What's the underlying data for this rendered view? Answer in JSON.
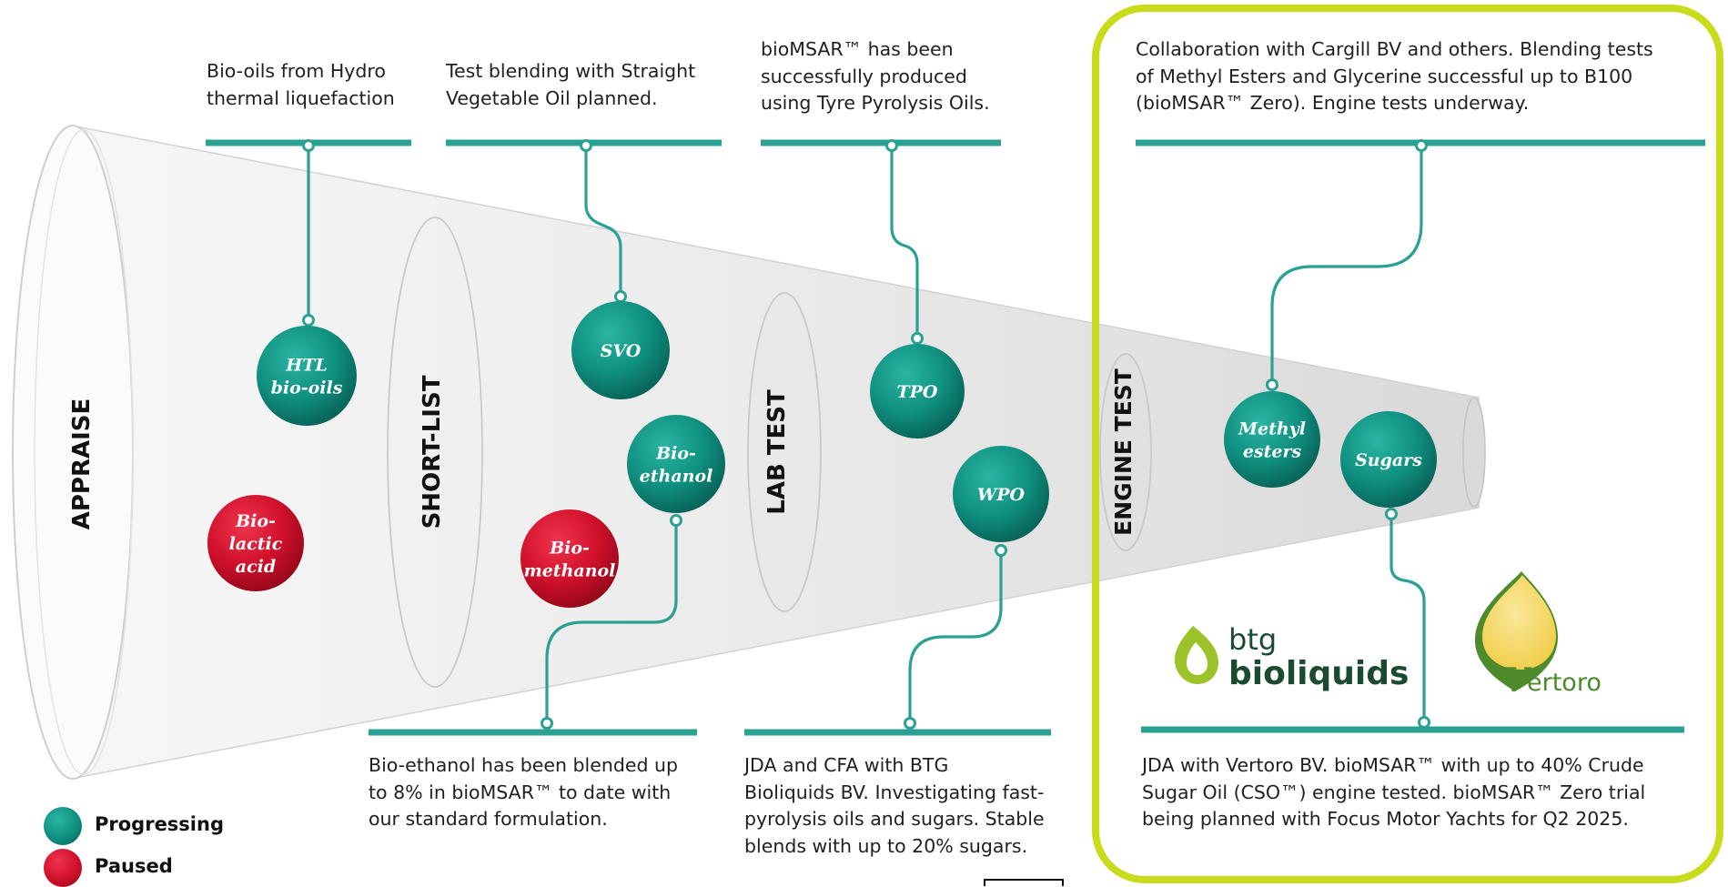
{
  "colors": {
    "teal": "#0f8f7f",
    "teal_dark": "#0a6c60",
    "red": "#d0102b",
    "red_dark": "#a00820",
    "connector": "#2aa193",
    "highlight_border": "#c9dc1c",
    "btg_green": "#9cc42a",
    "btg_text": "#1a4a2f",
    "vertoro_green": "#4c8a2c",
    "vertoro_yellow": "#f6db6e"
  },
  "stages": [
    {
      "label": "APPRAISE"
    },
    {
      "label": "SHORT-LIST"
    },
    {
      "label": "LAB TEST"
    },
    {
      "label": "ENGINE TEST"
    }
  ],
  "nodes": [
    {
      "id": "htl",
      "lines": [
        "HTL",
        "bio-oils"
      ],
      "status": "progressing"
    },
    {
      "id": "svo",
      "lines": [
        "SVO"
      ],
      "status": "progressing"
    },
    {
      "id": "bioethanol",
      "lines": [
        "Bio-",
        "ethanol"
      ],
      "status": "progressing"
    },
    {
      "id": "tpo",
      "lines": [
        "TPO"
      ],
      "status": "progressing"
    },
    {
      "id": "wpo",
      "lines": [
        "WPO"
      ],
      "status": "progressing"
    },
    {
      "id": "methyl",
      "lines": [
        "Methyl",
        "esters"
      ],
      "status": "progressing"
    },
    {
      "id": "sugars",
      "lines": [
        "Sugars"
      ],
      "status": "progressing"
    },
    {
      "id": "biolactic",
      "lines": [
        "Bio-",
        "lactic",
        "acid"
      ],
      "status": "paused"
    },
    {
      "id": "biomethanol",
      "lines": [
        "Bio-",
        "methanol"
      ],
      "status": "paused"
    }
  ],
  "annotations": {
    "htl": [
      "Bio-oils from Hydro",
      "thermal liquefaction"
    ],
    "svo": [
      "Test blending with Straight",
      "Vegetable Oil planned."
    ],
    "tpo": [
      "bioMSAR™ has been",
      "successfully produced",
      "using Tyre Pyrolysis Oils."
    ],
    "methyl": [
      "Collaboration with Cargill BV and others. Blending tests",
      "of Methyl Esters and Glycerine successful up to B100",
      "(bioMSAR™ Zero). Engine tests underway."
    ],
    "bioethanol": [
      "Bio-ethanol has been blended up",
      "to 8% in bioMSAR™ to date with",
      "our standard formulation."
    ],
    "wpo": [
      "JDA and CFA with BTG",
      "Bioliquids BV. Investigating fast-",
      "pyrolysis oils and sugars. Stable",
      "blends with up to 20% sugars."
    ],
    "sugars": [
      "JDA with Vertoro BV. bioMSAR™ with up to 40% Crude",
      "Sugar Oil (CSO™) engine tested. bioMSAR™ Zero trial",
      "being planned with Focus Motor Yachts for Q2 2025."
    ]
  },
  "legend": {
    "progressing": "Progressing",
    "paused": "Paused"
  },
  "logos": {
    "btg_small": "btg",
    "btg_large": "bioliquids",
    "vertoro": "ertoro"
  }
}
